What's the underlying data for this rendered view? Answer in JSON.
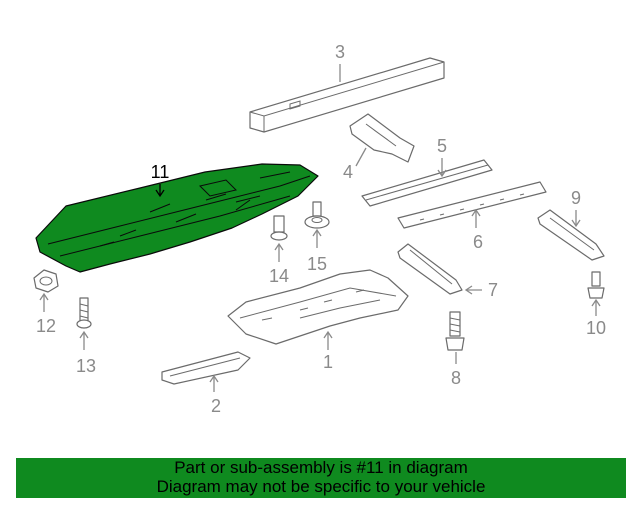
{
  "diagram": {
    "callouts": {
      "c1": "1",
      "c2": "2",
      "c3": "3",
      "c4": "4",
      "c5": "5",
      "c6": "6",
      "c7": "7",
      "c8": "8",
      "c9": "9",
      "c10": "10",
      "c11": "11",
      "c12": "12",
      "c13": "13",
      "c14": "14",
      "c15": "15"
    },
    "highlighted_part": "11",
    "colors": {
      "highlight": "#0f8a1f",
      "parts": "#6b6b6b",
      "callouts": "#8a8a8a",
      "banner": "#0f8a1f"
    }
  },
  "banner": {
    "line1": "Part or sub-assembly is #11 in diagram",
    "line2": "Diagram may not be specific to your vehicle"
  }
}
